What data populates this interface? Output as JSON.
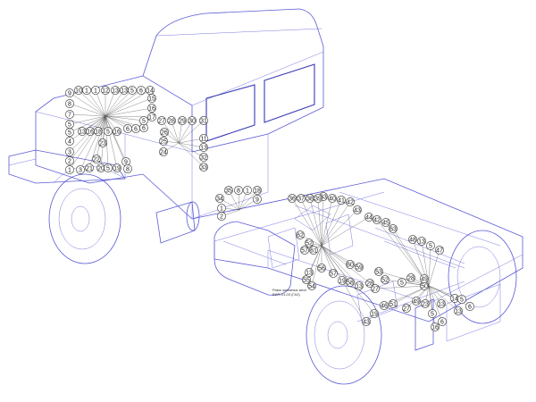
{
  "diagram": {
    "line_color": "#5a5ad6",
    "note_lines": [
      "Рама заливных мест",
      "ВИП-01-03 (ГАЗ)"
    ],
    "callouts_cab": [
      {
        "label": "9"
      },
      {
        "label": "10"
      },
      {
        "label": "1"
      },
      {
        "label": "1"
      },
      {
        "label": "12"
      },
      {
        "label": "13"
      },
      {
        "label": "13"
      },
      {
        "label": "5"
      },
      {
        "label": "6"
      },
      {
        "label": "14"
      },
      {
        "label": "8"
      },
      {
        "label": "15"
      },
      {
        "label": "7"
      },
      {
        "label": "16"
      },
      {
        "label": "17"
      },
      {
        "label": "6"
      },
      {
        "label": "5"
      },
      {
        "label": "27"
      },
      {
        "label": "28"
      },
      {
        "label": "29"
      },
      {
        "label": "30"
      },
      {
        "label": "31"
      },
      {
        "label": "5"
      },
      {
        "label": "13"
      },
      {
        "label": "16"
      },
      {
        "label": "18"
      },
      {
        "label": "5"
      },
      {
        "label": "16"
      },
      {
        "label": "6"
      },
      {
        "label": "6"
      },
      {
        "label": "5"
      },
      {
        "label": "26"
      },
      {
        "label": "4"
      },
      {
        "label": "23"
      },
      {
        "label": "25"
      },
      {
        "label": "11"
      },
      {
        "label": "3"
      },
      {
        "label": "24"
      },
      {
        "label": "13"
      },
      {
        "label": "2"
      },
      {
        "label": "22"
      },
      {
        "label": "32"
      },
      {
        "label": "1"
      },
      {
        "label": "3"
      },
      {
        "label": "21"
      },
      {
        "label": "20"
      },
      {
        "label": "5"
      },
      {
        "label": "19"
      },
      {
        "label": "9"
      },
      {
        "label": "8"
      },
      {
        "label": "33"
      }
    ],
    "callouts_chassis": [
      {
        "label": "35"
      },
      {
        "label": "8"
      },
      {
        "label": "1"
      },
      {
        "label": "18"
      },
      {
        "label": "34"
      },
      {
        "label": "9"
      },
      {
        "label": "1"
      },
      {
        "label": "2"
      },
      {
        "label": "33"
      },
      {
        "label": "40"
      },
      {
        "label": "41"
      },
      {
        "label": "42"
      },
      {
        "label": "43"
      },
      {
        "label": "36"
      },
      {
        "label": "37"
      },
      {
        "label": "38"
      },
      {
        "label": "39"
      },
      {
        "label": "44"
      },
      {
        "label": "42"
      },
      {
        "label": "45"
      },
      {
        "label": "63"
      },
      {
        "label": "62"
      },
      {
        "label": "52"
      },
      {
        "label": "57"
      },
      {
        "label": "61"
      },
      {
        "label": "56"
      },
      {
        "label": "55"
      },
      {
        "label": "54"
      },
      {
        "label": "13"
      },
      {
        "label": "60"
      },
      {
        "label": "59"
      },
      {
        "label": "53"
      },
      {
        "label": "57"
      },
      {
        "label": "19"
      },
      {
        "label": "58"
      },
      {
        "label": "13"
      },
      {
        "label": "28"
      },
      {
        "label": "27"
      },
      {
        "label": "52"
      },
      {
        "label": "50"
      },
      {
        "label": "49"
      },
      {
        "label": "28"
      },
      {
        "label": "51"
      },
      {
        "label": "46"
      },
      {
        "label": "48"
      },
      {
        "label": "13"
      },
      {
        "label": "5"
      },
      {
        "label": "47"
      },
      {
        "label": "5"
      },
      {
        "label": "19"
      },
      {
        "label": "43"
      },
      {
        "label": "49"
      },
      {
        "label": "27"
      },
      {
        "label": "23"
      },
      {
        "label": "13"
      },
      {
        "label": "14"
      },
      {
        "label": "5"
      },
      {
        "label": "6"
      },
      {
        "label": "13"
      },
      {
        "label": "5"
      },
      {
        "label": "6"
      },
      {
        "label": "16"
      }
    ]
  }
}
